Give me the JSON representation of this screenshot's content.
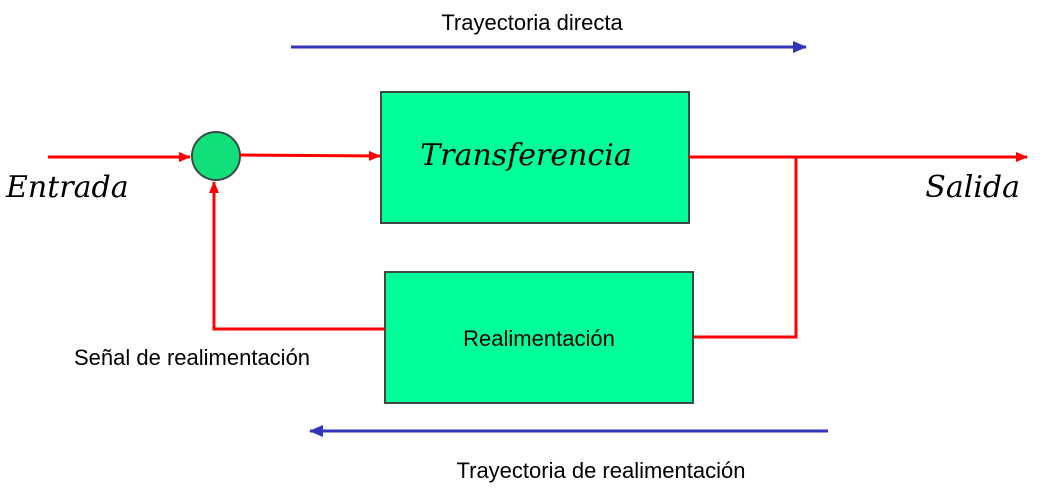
{
  "labels": {
    "forward_path": "Trayectoria directa",
    "transfer_block": "Transferencia",
    "input": "Entrada",
    "output": "Salida",
    "feedback_block": "Realimentación",
    "feedback_signal": "Señal de realimentación",
    "feedback_path": "Trayectoria de realimentación"
  },
  "colors": {
    "signal_line": "#ff0000",
    "path_arrow": "#3333bb",
    "block_fill": "#00ff99",
    "block_stroke": "#3c4a44",
    "summing_fill": "#11e07a"
  }
}
